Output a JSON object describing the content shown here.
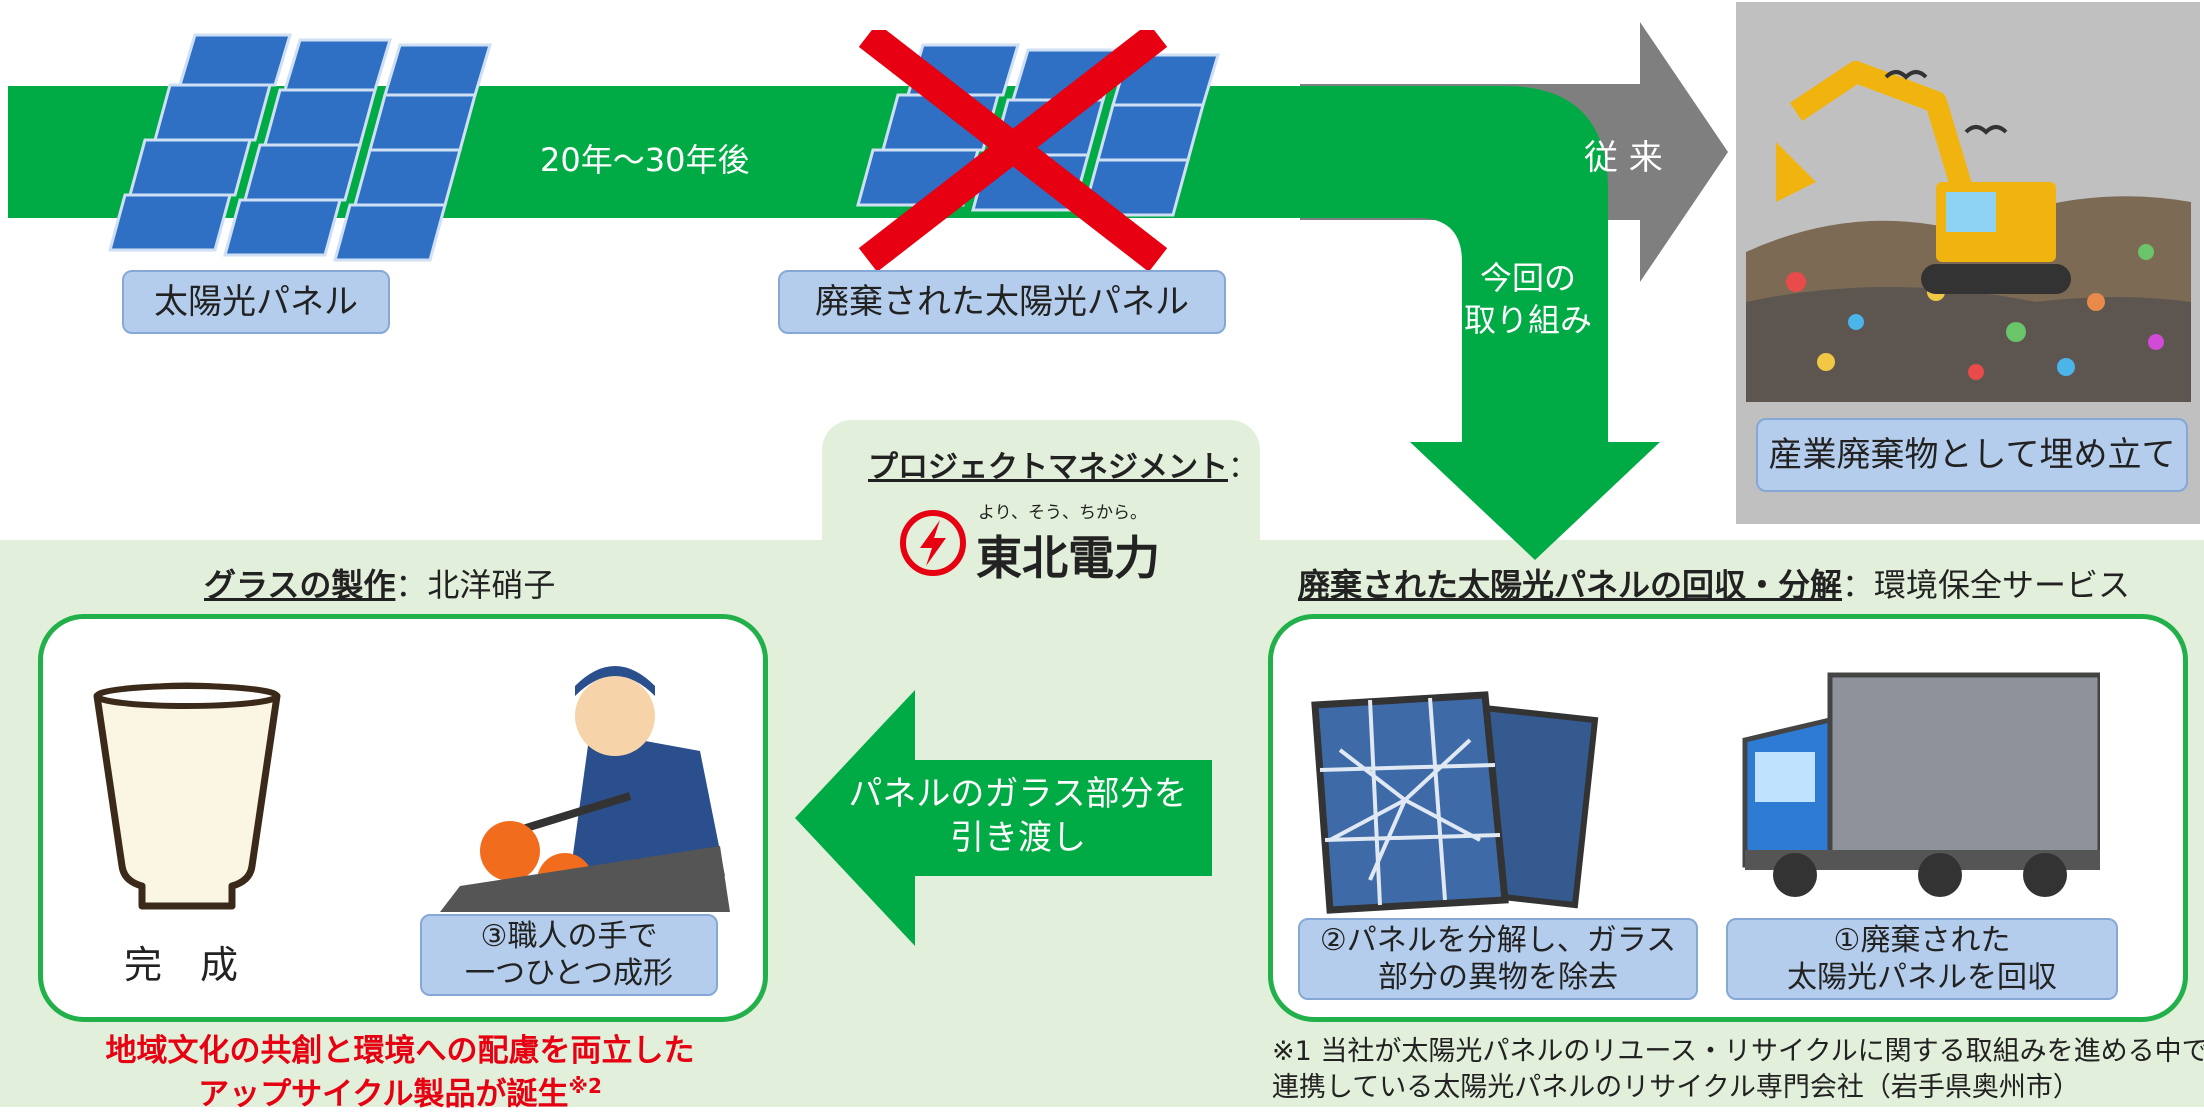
{
  "colors": {
    "green": "#00ab45",
    "gray": "#7f7f7f",
    "bg_green": "#e2efda",
    "label_blue": "#b4cdec",
    "red": "#e60012"
  },
  "top": {
    "panel_label": "太陽光パネル",
    "years_label": "20年～30年後",
    "discarded_label": "廃棄された太陽光パネル",
    "conventional_label": "従 来",
    "this_initiative_line1": "今回の",
    "this_initiative_line2": "取り組み",
    "landfill_label": "産業廃棄物として埋め立て"
  },
  "pm": {
    "title": "プロジェクトマネジメント",
    "colon": "：",
    "logo_tagline": "より、そう、ちから。",
    "logo_name": "東北電力"
  },
  "glass": {
    "title": "グラスの製作",
    "company": "：北洋硝子",
    "complete_label": "完　成",
    "step3_line1": "③職人の手で",
    "step3_line2": "一つひとつ成形"
  },
  "recycle": {
    "title": "廃棄された太陽光パネルの回収・分解",
    "company": "：環境保全サービス",
    "step2_line1": "②パネルを分解し、ガラス",
    "step2_line2": "部分の異物を除去",
    "step1_line1": "①廃棄された",
    "step1_line2": "太陽光パネルを回収"
  },
  "handover": {
    "line1": "パネルのガラス部分を",
    "line2": "引き渡し"
  },
  "slogan": {
    "line1": "地域文化の共創と環境への配慮を両立した",
    "line2": "アップサイクル製品が誕生",
    "note_mark": "※2"
  },
  "footnote": {
    "line1": "※1 当社が太陽光パネルのリユース・リサイクルに関する取組みを進める中で",
    "line2": "連携している太陽光パネルのリサイクル専門会社（岩手県奥州市）"
  }
}
